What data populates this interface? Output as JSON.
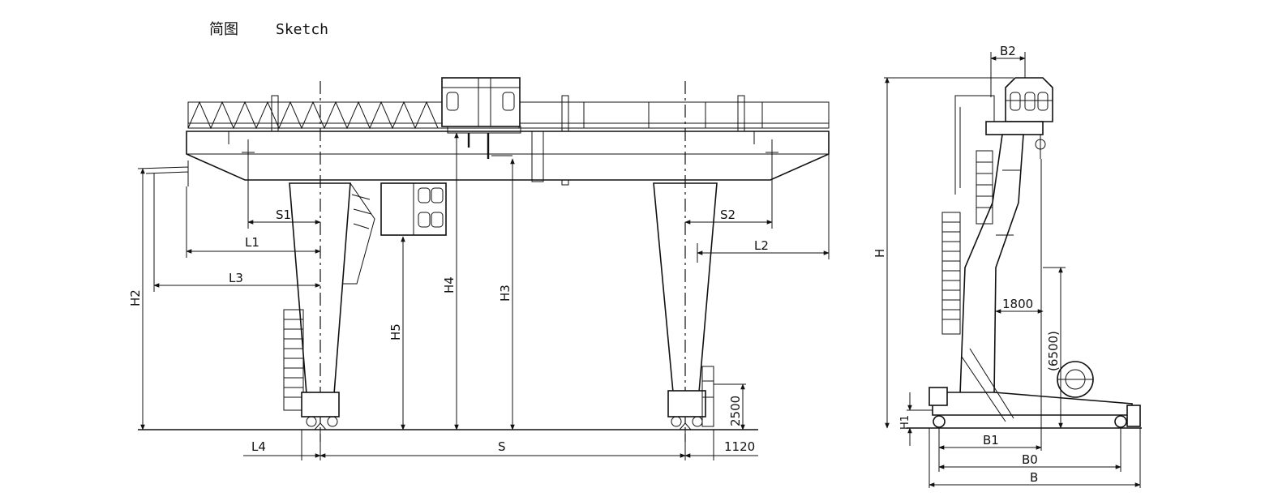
{
  "header": {
    "title_cn": "简图",
    "title_en": "Sketch"
  },
  "front_view": {
    "labels": {
      "s1": "S1",
      "s2": "S2",
      "l1": "L1",
      "l2": "L2",
      "l3": "L3",
      "l4": "L4",
      "h2": "H2",
      "h3": "H3",
      "h4": "H4",
      "h5": "H5",
      "s": "S",
      "dim_2500": "2500",
      "dim_1120": "1120"
    }
  },
  "side_view": {
    "labels": {
      "b2": "B2",
      "h": "H",
      "h1": "H1",
      "dim_1800": "1800",
      "dim_6500": "(6500)",
      "b1": "B1",
      "b0": "B0",
      "b": "B"
    }
  }
}
